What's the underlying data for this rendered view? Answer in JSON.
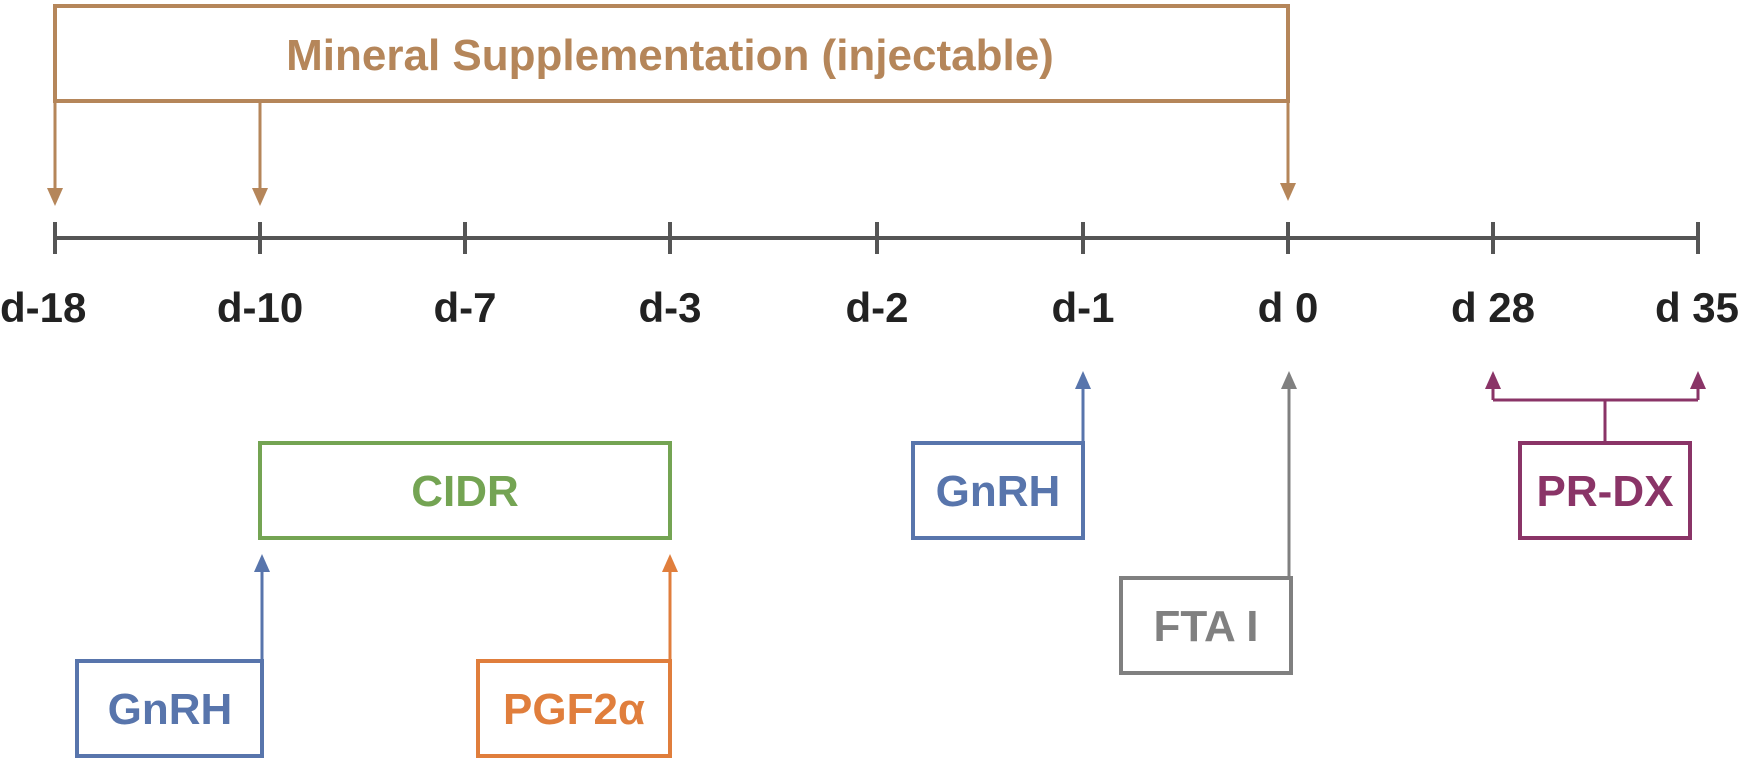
{
  "colors": {
    "mineral": "#B5865A",
    "gnrh": "#5875AC",
    "cidr": "#74A453",
    "pgf": "#E07E3C",
    "fta": "#808080",
    "prdx": "#8A3467",
    "axis": "#555555",
    "tick_text": "#222222"
  },
  "mineral": {
    "label": "Mineral Supplementation (injectable)"
  },
  "timeline": {
    "ticks": [
      "d-18",
      "d-10",
      "d-7",
      "d-3",
      "d-2",
      "d-1",
      "d 0",
      "d 28",
      "d 35"
    ]
  },
  "events": {
    "cidr": {
      "label": "CIDR"
    },
    "gnrh_first": {
      "label": "GnRH"
    },
    "pgf": {
      "label": "PGF2α"
    },
    "gnrh_second": {
      "label": "GnRH"
    },
    "fta": {
      "label": "FTA I"
    },
    "prdx": {
      "label": "PR-DX"
    }
  }
}
